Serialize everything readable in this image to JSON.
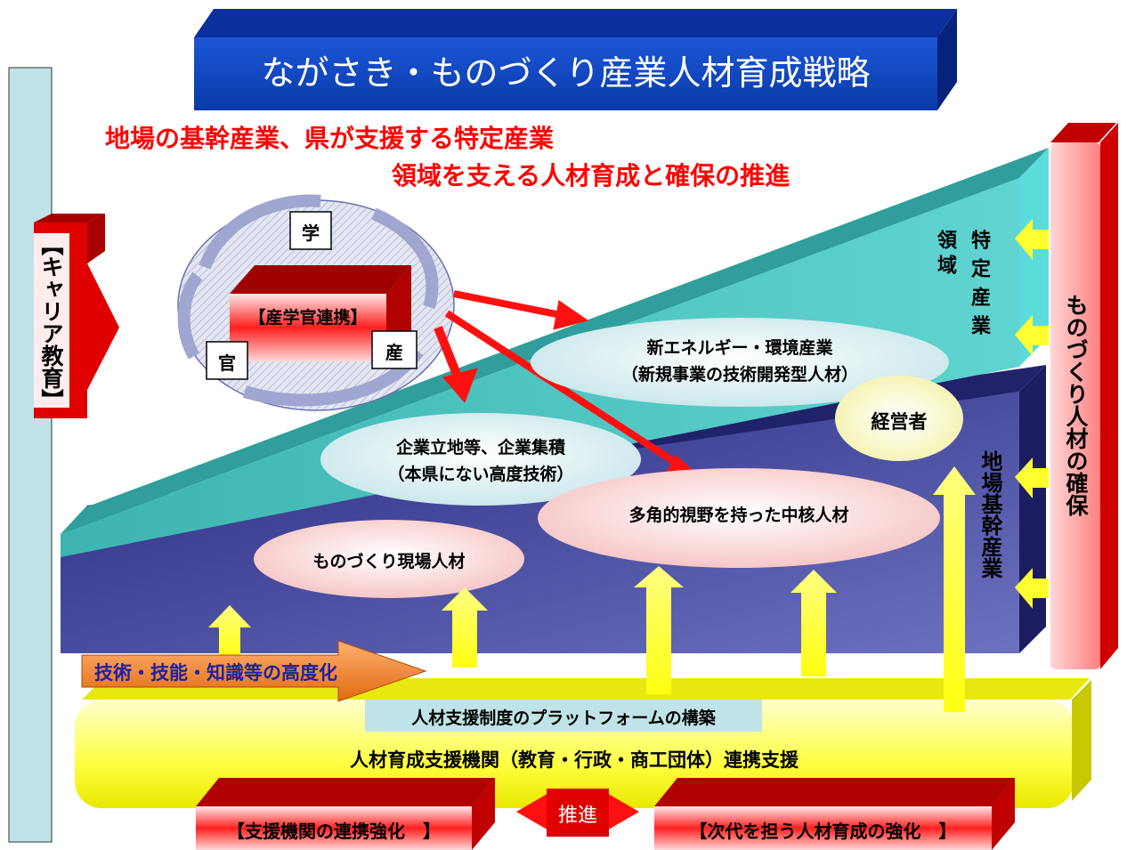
{
  "title": "ながさき・ものづくり産業人材育成戦略",
  "subtitle_line1": "地場の基幹産業、県が支援する特定産業",
  "subtitle_line2": "領域を支える人材育成と確保の推進",
  "left_label": "【キャリア教育】",
  "cycle": {
    "center": "【産学官連携】",
    "gaku": "学",
    "kan": "官",
    "san": "産"
  },
  "ellipses": {
    "new_energy_line1": "新エネルギー・環境産業",
    "new_energy_line2": "（新規事業の技術開発型人材）",
    "keieisha": "経営者",
    "kigyo_line1": "企業立地等、企業集積",
    "kigyo_line2": "（本県にない高度技術）",
    "takakuteki": "多角的視野を持った中核人材",
    "monozukuri": "ものづくり現場人材"
  },
  "region_tokutei_a": "特定産業",
  "region_tokutei_b": "領域",
  "region_jiba": "地場基幹産業",
  "right_label": "ものづくり人材の確保",
  "advance_arrow": "技術・技能・知識等の高度化",
  "platform": "人材支援制度のプラットフォームの構築",
  "support_org": "人材育成支援機関（教育・行政・商工団体）連携支援",
  "bottom_left": "【支援機関の連携強化　】",
  "bottom_right": "【次代を担う人材育成の強化　】",
  "suishin": "推進",
  "colors": {
    "title_bg": "#0a3fb8",
    "red": "#e00000",
    "teal": "#4cc8c4",
    "navy": "#2c2f8c",
    "yellow": "#ffff33",
    "light_blue": "#bfe3e6"
  }
}
